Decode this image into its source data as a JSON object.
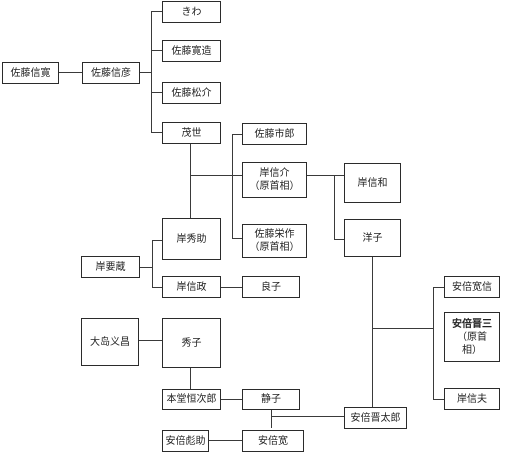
{
  "nodes": {
    "kiwa": {
      "text": "きわ"
    },
    "sato_nobuhiro": {
      "text": "佐藤信寛"
    },
    "sato_nobuhiko": {
      "text": "佐藤信彦"
    },
    "sato_hirozo": {
      "text": "佐藤寛造"
    },
    "sato_matsusuke": {
      "text": "佐藤松介"
    },
    "moyo": {
      "text": "茂世"
    },
    "sato_ichiro": {
      "text": "佐藤市郎"
    },
    "kishi_nobusuke": {
      "line1": "岸信介",
      "line2": "（原首相）"
    },
    "kishi_nobukazu": {
      "text": "岸信和"
    },
    "sato_eisaku": {
      "line1": "佐藤栄作",
      "line2": "（原首相）"
    },
    "kishi_hidesuke": {
      "text": "岸秀助"
    },
    "yoko": {
      "text": "洋子"
    },
    "kishi_kanazo": {
      "text": "岸要蔵"
    },
    "kishi_nobumasa": {
      "text": "岸信政"
    },
    "ryoko": {
      "text": "良子"
    },
    "abe_hironobu": {
      "text": "安倍宽信"
    },
    "oshima_yoshimasa": {
      "text": "大岛义昌"
    },
    "hideko": {
      "text": "秀子"
    },
    "abe_shinzo": {
      "line1": "安倍晋三",
      "line2": "（原首",
      "line3": "相）"
    },
    "hongo_tsunejiro": {
      "text": "本堂恒次郎"
    },
    "shizuko": {
      "text": "静子"
    },
    "kishi_nobuo": {
      "text": "岸信夫"
    },
    "abe_shintaro": {
      "text": "安倍晋太郎"
    },
    "abe_hikosuke": {
      "text": "安倍彪助"
    },
    "abe_kan": {
      "text": "安倍宽"
    }
  }
}
